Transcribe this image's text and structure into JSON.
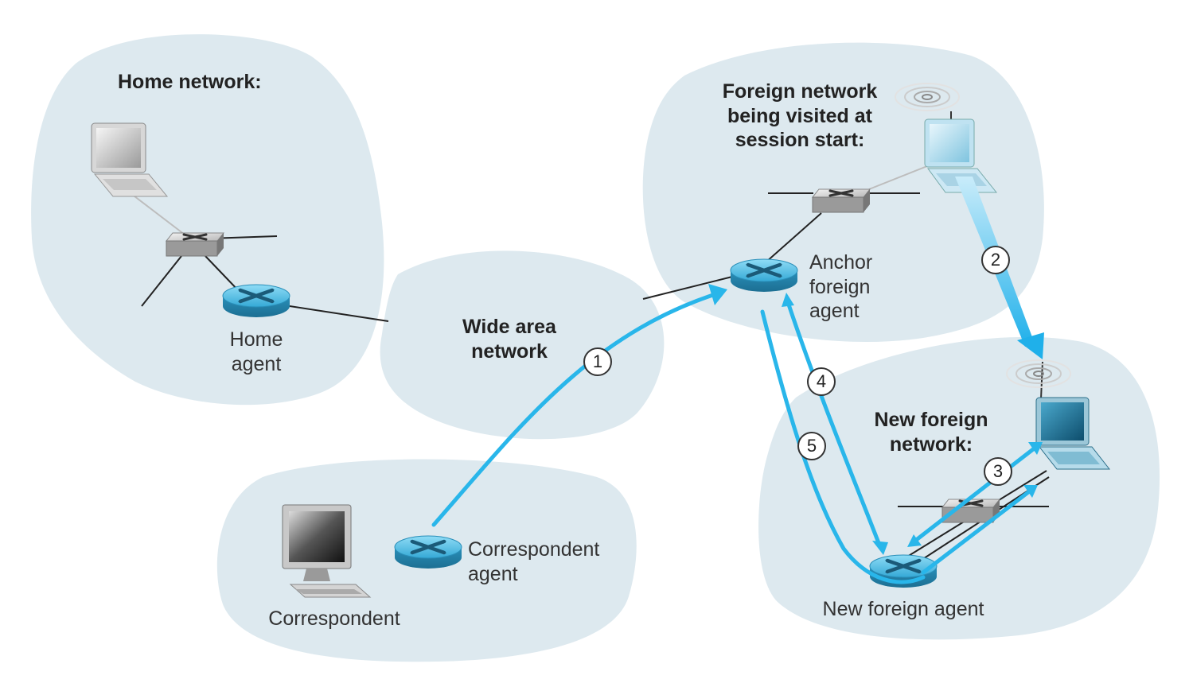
{
  "networks": {
    "home": {
      "title": "Home network:",
      "agent_label_1": "Home",
      "agent_label_2": "agent"
    },
    "wan": {
      "title_1": "Wide area",
      "title_2": "network"
    },
    "foreign": {
      "title_1": "Foreign network",
      "title_2": "being visited at",
      "title_3": "session start:",
      "agent_label_1": "Anchor",
      "agent_label_2": "foreign",
      "agent_label_3": "agent"
    },
    "new_foreign": {
      "title_1": "New foreign",
      "title_2": "network:",
      "agent_label": "New foreign agent"
    },
    "correspondent": {
      "host_label": "Correspondent",
      "agent_label_1": "Correspondent",
      "agent_label_2": "agent"
    }
  },
  "steps": [
    "1",
    "2",
    "3",
    "4",
    "5"
  ],
  "colors": {
    "cloud": "#dde9ef",
    "flow": "#29b6ea",
    "router": "#3aa9d3",
    "line": "#222222"
  }
}
